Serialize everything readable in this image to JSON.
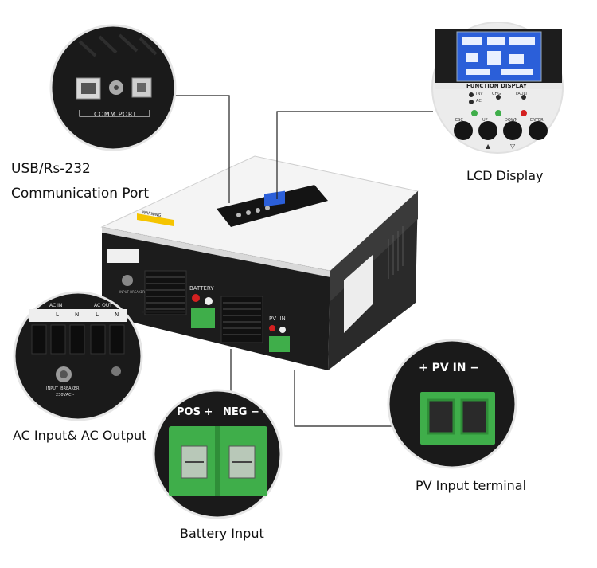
{
  "labels": {
    "usb_line1": "USB/Rs-232",
    "usb_line2": "Communication Port",
    "lcd": "LCD Display",
    "ac": "AC Input& AC Output",
    "battery": "Battery Input",
    "pv": "PV Input terminal"
  },
  "device": {
    "warning_label": "WARNING",
    "battery_label": "BATTERY",
    "pv_in_label": "PV  IN",
    "input_breaker_small": "INPUT BREAKER"
  },
  "insets": {
    "comm": {
      "label": "COMM PORT"
    },
    "lcd": {
      "panel_title": "FUNCTION DISPLAY",
      "led_inv": "INV",
      "led_ac": "AC",
      "led_chg": "CHG",
      "led_fault": "FAULT",
      "btn_esc": "ESC",
      "btn_up": "UP",
      "btn_down": "DOWN",
      "btn_enter": "ENTER"
    },
    "ac": {
      "ac_in": "AC IN",
      "ac_out": "AC OUT",
      "pins": [
        "L",
        "N",
        "L",
        "N"
      ],
      "breaker_line1": "INPUT  BREAKER",
      "breaker_line2": "230VAC~"
    },
    "battery": {
      "pos": "POS +",
      "neg": "NEG −"
    },
    "pv": {
      "label": "+ PV IN −"
    }
  },
  "colors": {
    "terminal_green": "#3fae4a",
    "lcd_blue": "#2b5fd9",
    "body_black": "#1c1c1c",
    "body_white": "#f2f2f2"
  }
}
